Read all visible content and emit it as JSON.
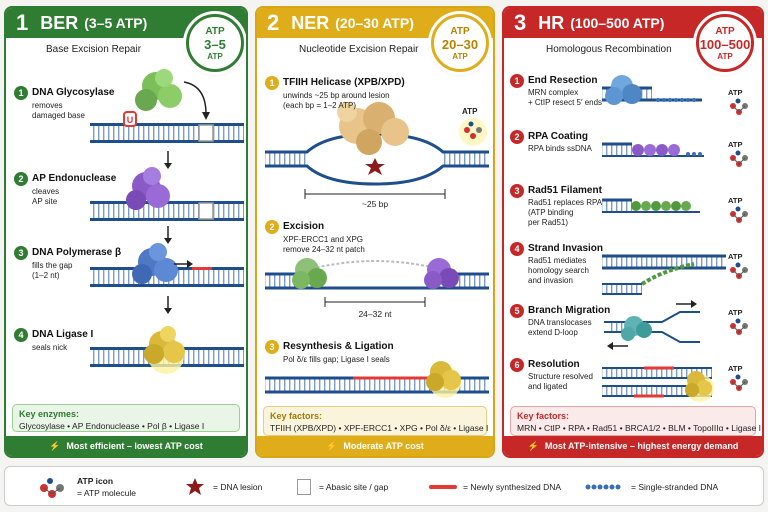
{
  "ber": {
    "num": "1",
    "title": "BER",
    "range": "(3–5 ATP)",
    "subtitle": "Base Excision Repair",
    "badge": {
      "line1": "ATP",
      "line2": "3–5",
      "line3": "ATP"
    },
    "steps": [
      {
        "n": "1",
        "title": "DNA Glycosylase",
        "desc1": "removes",
        "desc2": "damaged base",
        "desc3": ""
      },
      {
        "n": "2",
        "title": "AP Endonuclease",
        "desc1": "cleaves",
        "desc2": "AP site",
        "desc3": ""
      },
      {
        "n": "3",
        "title": "DNA Polymerase β",
        "desc1": "fills the gap",
        "desc2": "(1–2 nt)",
        "desc3": ""
      },
      {
        "n": "4",
        "title": "DNA Ligase I",
        "desc1": "seals nick",
        "desc2": "",
        "desc3": ""
      }
    ],
    "lesion_letter": "U",
    "foot_title": "Key enzymes:",
    "foot_list": "Glycosylase • AP Endonuclease • Pol β • Ligase I",
    "foot_bar": "Most efficient – lowest ATP cost"
  },
  "ner": {
    "num": "2",
    "title": "NER",
    "range": "(20–30 ATP)",
    "subtitle": "Nucleotide Excision Repair",
    "badge": {
      "line1": "ATP",
      "line2": "20–30",
      "line3": "ATP"
    },
    "steps": [
      {
        "n": "1",
        "title": "TFIIH Helicase (XPB/XPD)",
        "desc1": "unwinds ~25 bp around lesion",
        "desc2": "(each bp = 1–2 ATP)",
        "desc3": ""
      },
      {
        "n": "2",
        "title": "Excision",
        "desc1": "XPF-ERCC1 and XPG",
        "desc2": "remove 24–32 nt patch",
        "desc3": ""
      },
      {
        "n": "3",
        "title": "Resynthesis & Ligation",
        "desc1": "Pol δ/ε fills gap; Ligase I seals",
        "desc2": "",
        "desc3": ""
      }
    ],
    "atp_label": "ATP",
    "span1": "~25 bp",
    "span2": "24–32 nt",
    "foot_title": "Key factors:",
    "foot_list": "TFIIH (XPB/XPD) • XPF-ERCC1 • XPG • Pol δ/ε • Ligase I",
    "foot_bar": "Moderate ATP cost"
  },
  "hr": {
    "num": "3",
    "title": "HR",
    "range": "(100–500 ATP)",
    "subtitle": "Homologous Recombination",
    "badge": {
      "line1": "ATP",
      "line2": "100–500",
      "line3": "ATP"
    },
    "steps": [
      {
        "n": "1",
        "title": "End Resection",
        "desc1": "MRN complex",
        "desc2": "+ CtIP resect 5′ ends",
        "desc3": ""
      },
      {
        "n": "2",
        "title": "RPA Coating",
        "desc1": "RPA binds ssDNA",
        "desc2": "",
        "desc3": ""
      },
      {
        "n": "3",
        "title": "Rad51 Filament",
        "desc1": "Rad51 replaces RPA",
        "desc2": "(ATP binding",
        "desc3": "per Rad51)"
      },
      {
        "n": "4",
        "title": "Strand Invasion",
        "desc1": "Rad51 mediates",
        "desc2": "homology search",
        "desc3": "and invasion"
      },
      {
        "n": "5",
        "title": "Branch Migration",
        "desc1": "DNA translocases",
        "desc2": "extend D-loop",
        "desc3": ""
      },
      {
        "n": "6",
        "title": "Resolution",
        "desc1": "Structure resolved",
        "desc2": "and ligated",
        "desc3": ""
      }
    ],
    "atp_label": "ATP",
    "foot_title": "Key factors:",
    "foot_list": "MRN • CtIP • RPA • Rad51 • BRCA1/2 • BLM • TopoIIIα • Ligase I",
    "foot_bar": "Most ATP-intensive – highest energy demand"
  },
  "legend": {
    "atp_title": "ATP icon",
    "atp_desc": "= ATP molecule",
    "lesion": "= DNA lesion",
    "abasic": "= Abasic site / gap",
    "new_dna": "= Newly synthesized DNA",
    "ssdna": "= Single-stranded DNA"
  },
  "colors": {
    "ber": "#2e7d32",
    "ner": "#e0ad1a",
    "hr": "#c62828",
    "dna": "#1f4e8c",
    "new_dna": "#e53935"
  },
  "icons": {
    "energy": "lightning-bolt-icon"
  }
}
